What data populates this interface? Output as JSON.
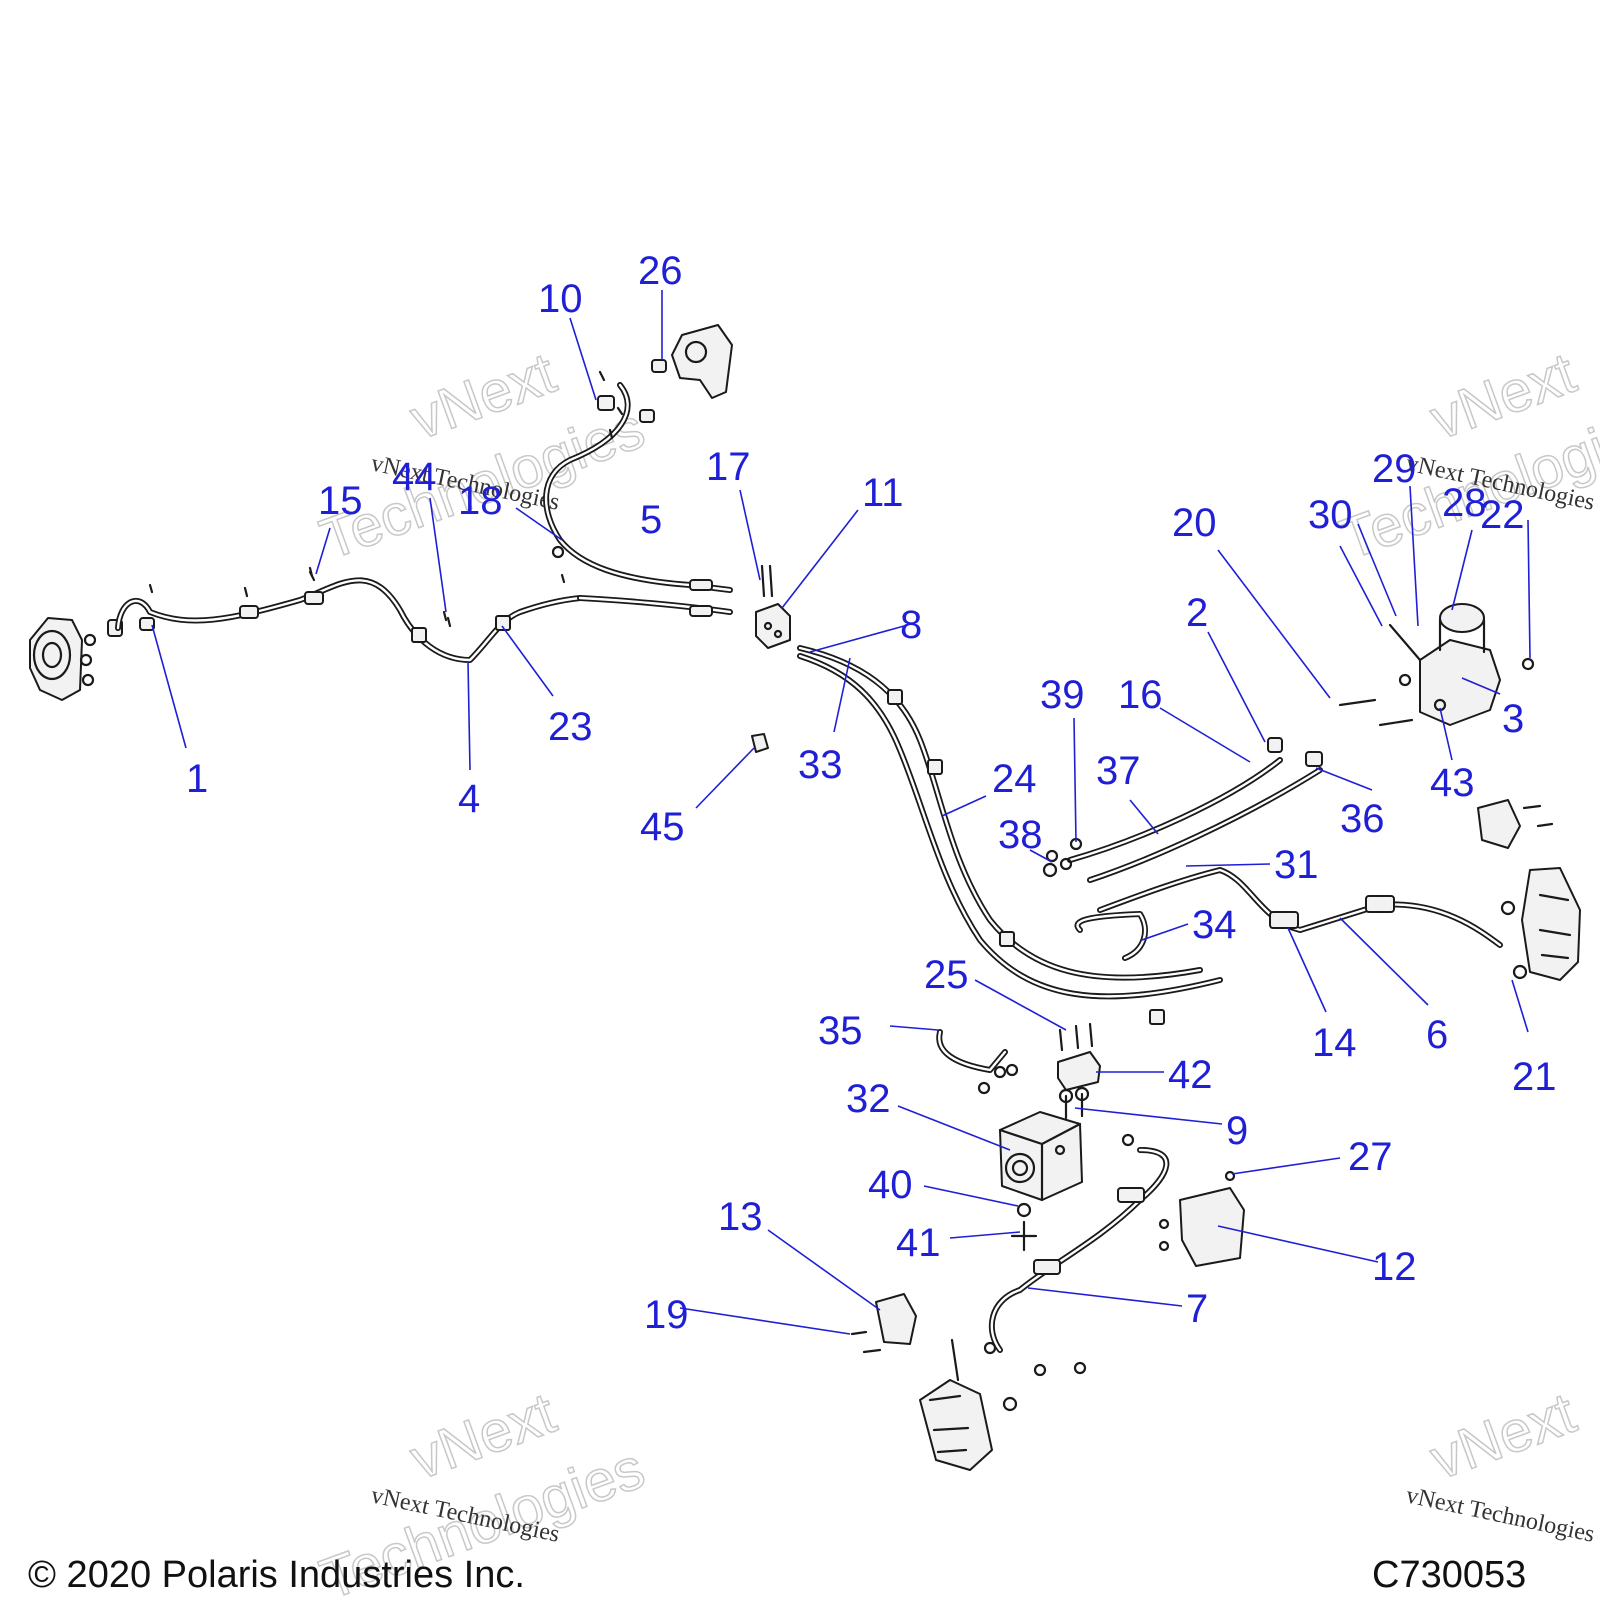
{
  "callouts": [
    "1",
    "2",
    "3",
    "4",
    "5",
    "6",
    "7",
    "8",
    "9",
    "10",
    "11",
    "12",
    "13",
    "14",
    "15",
    "16",
    "17",
    "18",
    "19",
    "20",
    "21",
    "22",
    "23",
    "24",
    "25",
    "26",
    "27",
    "28",
    "29",
    "30",
    "31",
    "32",
    "33",
    "34",
    "35",
    "36",
    "37",
    "38",
    "39",
    "40",
    "41",
    "42",
    "43",
    "44",
    "45"
  ],
  "watermark": {
    "line1": "vNext Technologies",
    "big1": "vNext",
    "big2": "Technologies"
  },
  "footer": {
    "copyright": "© 2020 Polaris Industries Inc.",
    "code": "C730053"
  },
  "colors": {
    "callout": "#1f1fd6",
    "linework": "#1a1a1a",
    "background": "#ffffff"
  }
}
